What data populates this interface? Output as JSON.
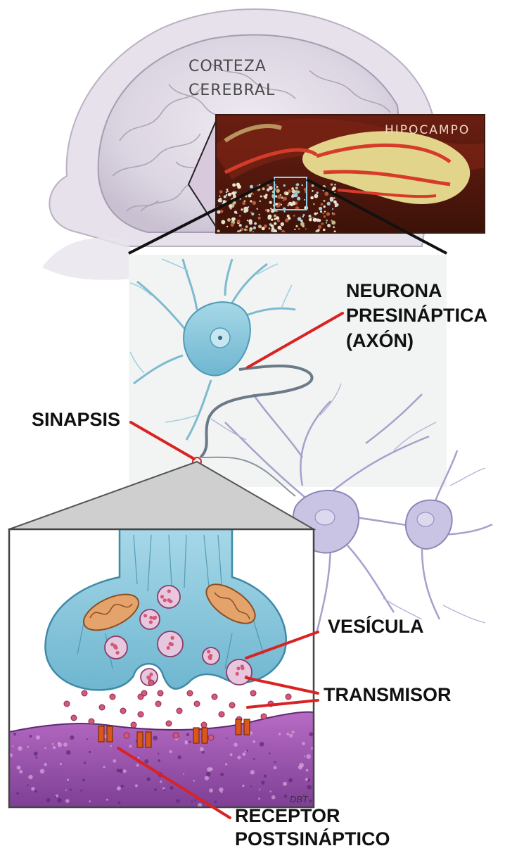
{
  "labels": {
    "corteza_line1": "CORTEZA",
    "corteza_line2": "CEREBRAL",
    "hipocampo": "HIPOCAMPO",
    "neurona_line1": "NEURONA",
    "neurona_line2": "PRESINÁPTICA",
    "neurona_line3": "(AXÓN)",
    "sinapsis": "SINAPSIS",
    "vesicula": "VESÍCULA",
    "transmisor": "TRANSMISOR",
    "receptor_line1": "RECEPTOR",
    "receptor_line2": "POSTSINÁPTICO",
    "signature": "DBT"
  },
  "colors": {
    "leader_line": "#d92323",
    "presynaptic": "#8ec9dc",
    "postsynaptic_neuron": "#c9c4e4",
    "membrane": "#a45ab0",
    "mitochondria": "#e4a36b",
    "transmitter": "#d4587a",
    "receptor": "#d8571a",
    "hippocampus_band": "#e2d48a",
    "hippocampus_red": "#d63b2a"
  }
}
